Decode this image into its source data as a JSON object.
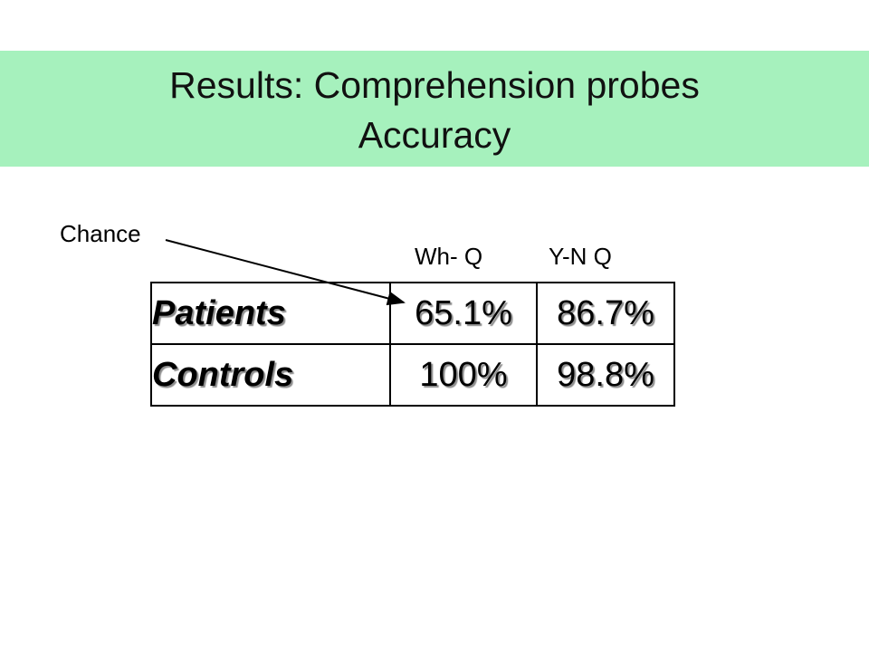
{
  "slide": {
    "title_line1": "Results: Comprehension probes",
    "title_line2": "Accuracy",
    "annotation": "Chance",
    "columns": [
      "Wh- Q",
      "Y-N Q"
    ],
    "rows": [
      {
        "label": "Patients",
        "values": [
          "65.1%",
          "86.7%"
        ]
      },
      {
        "label": "Controls",
        "values": [
          "100%",
          "98.8%"
        ]
      }
    ]
  },
  "colors": {
    "title_band": "#a6f1bd"
  }
}
